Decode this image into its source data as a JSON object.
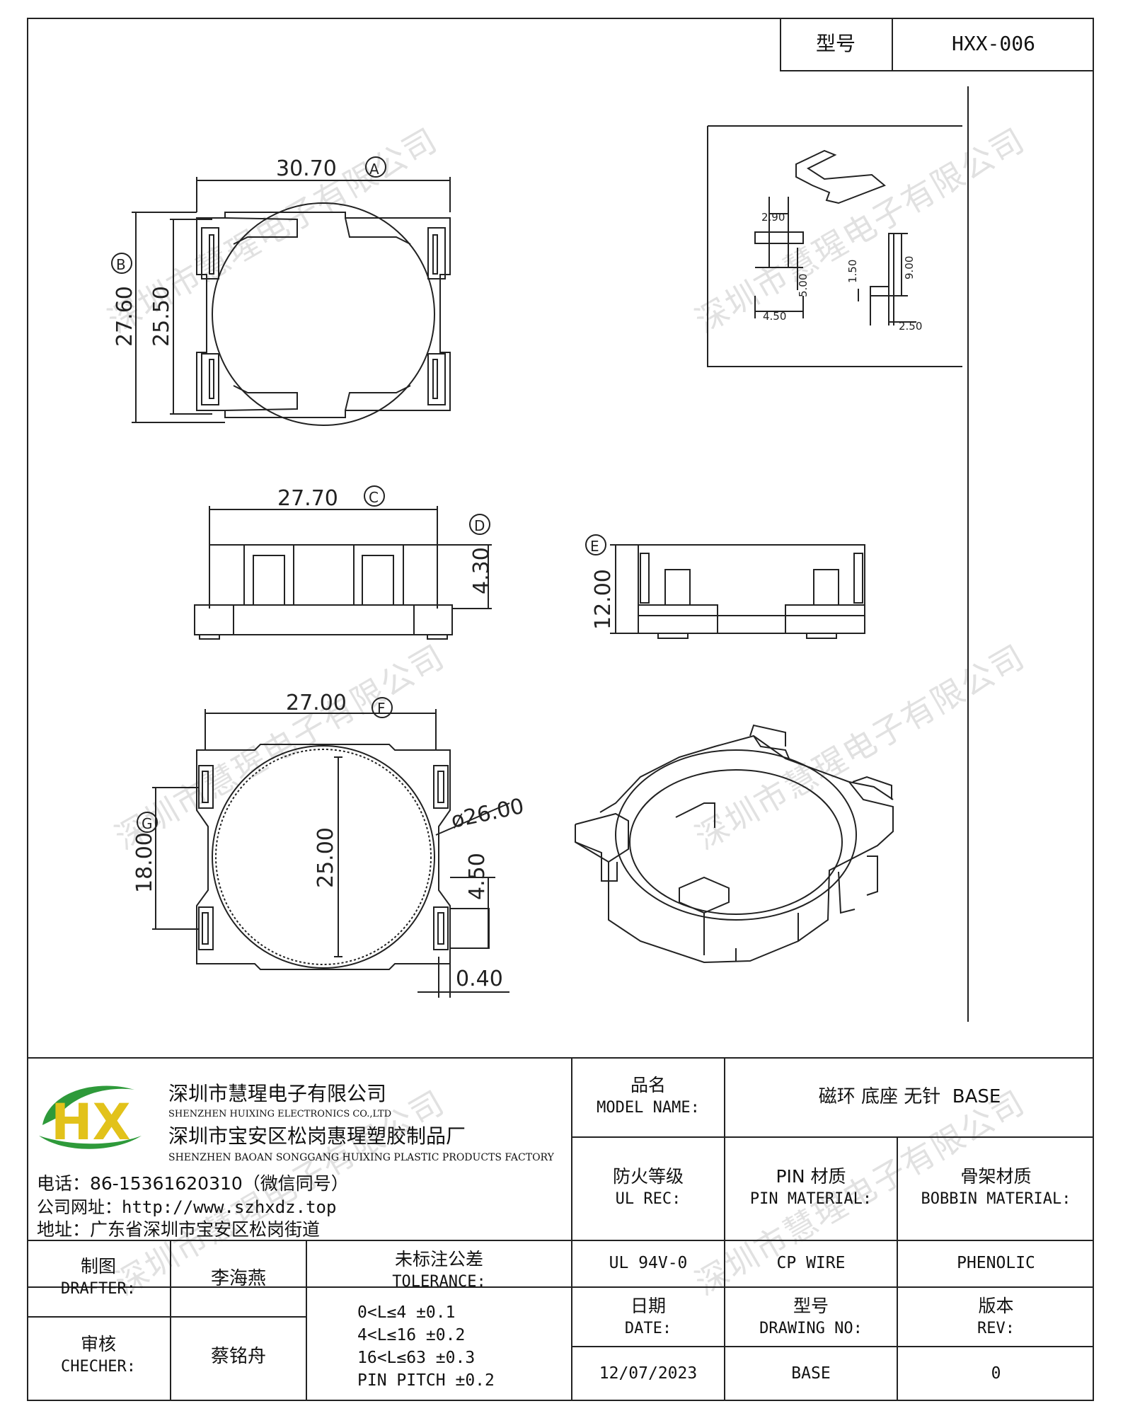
{
  "header": {
    "model_label": "型号",
    "model_value": "HXX-006"
  },
  "drawing": {
    "top_view": {
      "dim_a": "30.70",
      "dim_b": "27.60",
      "dim_b_inner": "25.50",
      "tag_a": "A",
      "tag_b": "B"
    },
    "side_view": {
      "dim_c": "27.70",
      "dim_d": "4.30",
      "tag_c": "C",
      "tag_d": "D"
    },
    "front_view": {
      "dim_e": "12.00",
      "tag_e": "E"
    },
    "bottom_view": {
      "dim_f": "27.00",
      "dim_g": "18.00",
      "dim_inner": "25.00",
      "dim_diameter": "ø26.00",
      "dim_pin": "4.50",
      "dim_thickness": "0.40",
      "tag_f": "F",
      "tag_g": "G"
    },
    "pin_detail": {
      "dim_width": "2.90",
      "dim_height": "5.00",
      "dim_base": "4.50",
      "dim_step": "1.50",
      "dim_total": "9.00",
      "dim_foot": "2.50"
    }
  },
  "watermark": "深圳市慧瑆电子有限公司",
  "company": {
    "logo_text": "HX",
    "name_cn": "深圳市慧瑆电子有限公司",
    "name_en": "SHENZHEN HUIXING ELECTRONICS CO.,LTD",
    "factory_cn": "深圳市宝安区松岗惠瑆塑胶制品厂",
    "factory_en": "SHENZHEN BAOAN SONGGANG HUIXING PLASTIC PRODUCTS FACTORY",
    "phone": "电话：86-15361620310（微信同号）",
    "website": "公司网址：http://www.szhxdz.top",
    "address": "地址：广东省深圳市宝安区松岗街道"
  },
  "title_block": {
    "model_name_label_cn": "品名",
    "model_name_label_en": "MODEL NAME:",
    "model_name_value": "磁环 底座 无针  BASE",
    "ul_label_cn": "防火等级",
    "ul_label_en": "UL REC:",
    "pin_label_cn": "PIN 材质",
    "pin_label_en": "PIN MATERIAL:",
    "bobbin_label_cn": "骨架材质",
    "bobbin_label_en": "BOBBIN MATERIAL:",
    "ul_value": "UL 94V-0",
    "pin_value": "CP WIRE",
    "bobbin_value": "PHENOLIC",
    "drafter_label_cn": "制图",
    "drafter_label_en": "DRAFTER:",
    "drafter_value": "李海燕",
    "checker_label_cn": "审核",
    "checker_label_en": "CHECHER:",
    "checker_value": "蔡铭舟",
    "tolerance_label_cn": "未标注公差",
    "tolerance_label_en": "TOLERANCE:",
    "tolerances": [
      "0<L≤4   ±0.1",
      "4<L≤16  ±0.2",
      "16<L≤63  ±0.3",
      "PIN PITCH  ±0.2"
    ],
    "date_label_cn": "日期",
    "date_label_en": "DATE:",
    "drawing_no_label_cn": "型号",
    "drawing_no_label_en": "DRAWING NO:",
    "rev_label_cn": "版本",
    "rev_label_en": "REV:",
    "date_value": "12/07/2023",
    "drawing_no_value": "BASE",
    "rev_value": "0"
  },
  "colors": {
    "line": "#222222",
    "logo_green": "#2e9a3a",
    "logo_yellow": "#e2c21a",
    "logo_blue": "#2a5fb0"
  }
}
